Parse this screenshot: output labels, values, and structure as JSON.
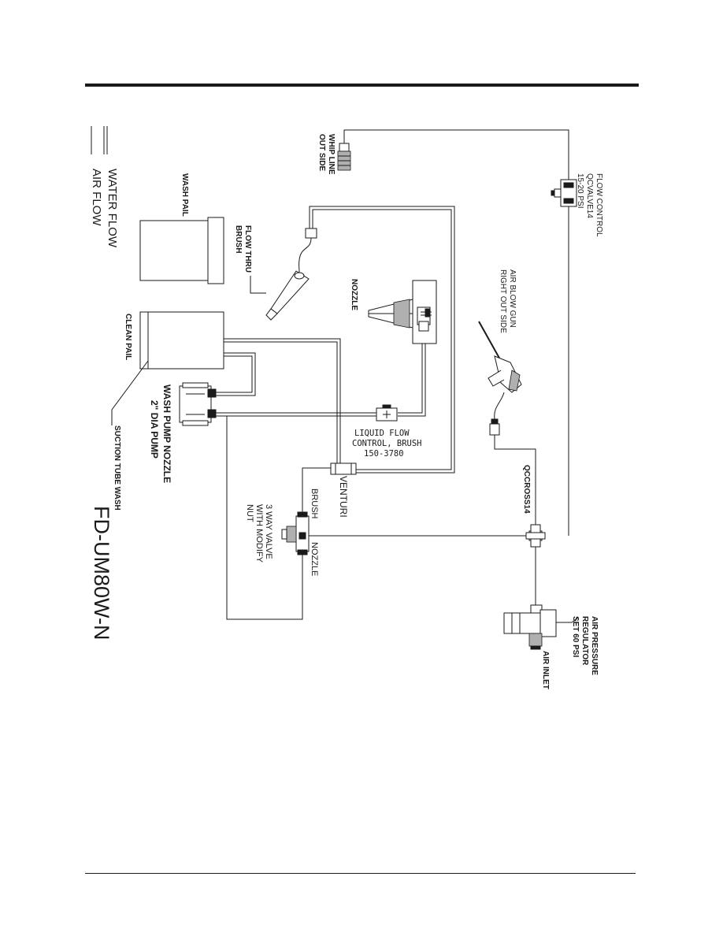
{
  "labels": {
    "flow_control": [
      "FLOW CONTROL",
      "QCVALVE14",
      "15-20 PSI"
    ],
    "whip_line": [
      "WHIP LINE",
      "OUT SIDE"
    ],
    "wash_pail": "WASH PAIL",
    "flow_thru_brush": [
      "FLOW THRU",
      "BRUSH"
    ],
    "nozzle_top": "NOZZLE",
    "air_blow_gun": [
      "AIR BLOW GUN",
      "RIGHT OUT SIDE"
    ],
    "clean_pail": "CLEAN PAIL",
    "wash_pump": [
      "WASH PUMP NOZZLE",
      "2\" DIA  PUMP"
    ],
    "liquid_flow_control": [
      "LIQUID FLOW",
      "CONTROL, BRUSH",
      "150-3780"
    ],
    "suction_tube": "SUCTION TUBE WASH",
    "venturi": "VENTURI",
    "brush": "BRUSH",
    "three_way_valve": [
      "3 WAY VALVE",
      "WITH MODIFY",
      "NUT"
    ],
    "nozzle_bottom": "NOZZLE",
    "qccross": "QCCROSS14",
    "air_pressure_regulator": [
      "AIR PRESSURE",
      "REGULATOR",
      "SET 60 PSI"
    ],
    "air_inlet": "AIR INLET"
  },
  "legend": {
    "water_flow": "WATER FLOW",
    "air_flow": "AIR FLOW"
  },
  "model": "FD-UM80W-N"
}
